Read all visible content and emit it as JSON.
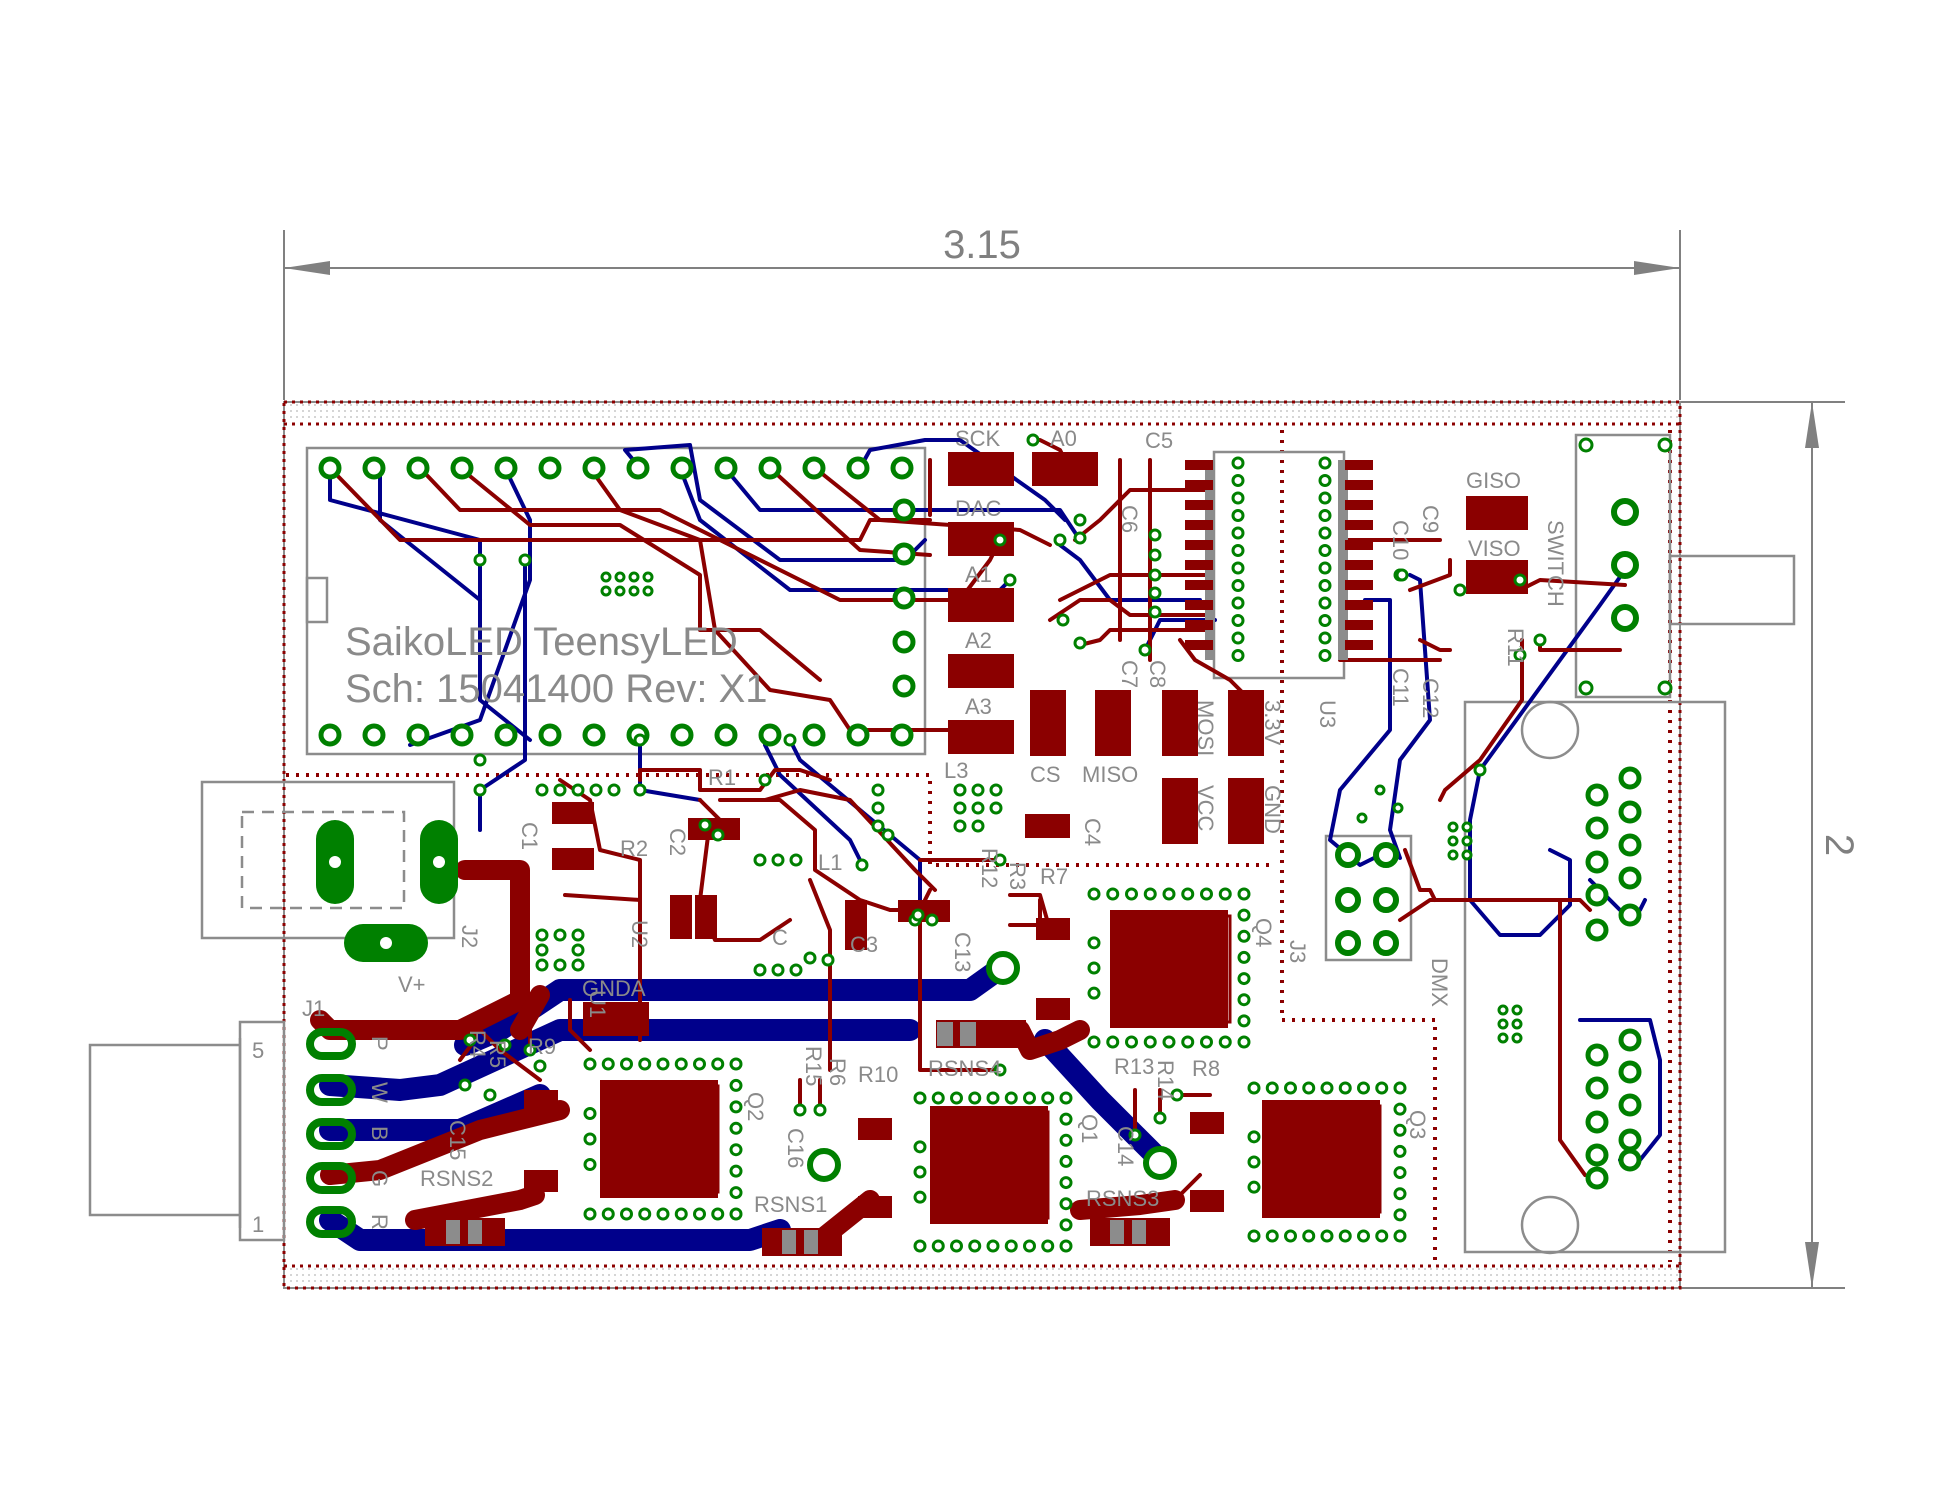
{
  "dimensions": {
    "width": "3.15",
    "height": "2"
  },
  "silkscreen": {
    "line1": "SaikoLED  TeensyLED",
    "line2": "Sch: 15041400     Rev:  X1"
  },
  "labels": {
    "sck": "SCK",
    "a0": "A0",
    "dac": "DAC",
    "a1": "A1",
    "a2": "A2",
    "a3": "A3",
    "c5": "C5",
    "c6": "C6",
    "c7": "C7",
    "c8": "C8",
    "c9": "C9",
    "c10": "C10",
    "c11": "C11",
    "c12": "C12",
    "giso": "GISO",
    "viso": "VISO",
    "switch": "SWITCH",
    "r11": "R11",
    "u3": "U3",
    "miso_pad": "MISO",
    "mosi": "MOSI",
    "v33": "3.3V",
    "vcc": "VCC",
    "gnd": "GND",
    "cs": "CS",
    "miso": "MISO",
    "c4": "C4",
    "l3": "L3",
    "r1": "R1",
    "r2": "R2",
    "c2": "C2",
    "u2": "U2",
    "u1": "U1",
    "l1": "L1",
    "c3": "C3",
    "c1": "C1",
    "j2": "J2",
    "gnda": "GNDA",
    "vplus": "V+",
    "j1": "J1",
    "pin5": "5",
    "pin1": "1",
    "p": "P",
    "w": "W",
    "b": "B",
    "g": "G",
    "r": "R",
    "r4": "R4",
    "r5": "R5",
    "r9": "R9",
    "c15": "C15",
    "rsns2": "RSNS2",
    "q2": "Q2",
    "r15": "R15",
    "r6": "R6",
    "r10": "R10",
    "c16": "C16",
    "rsns1": "RSNS1",
    "rsns4": "RSNS4",
    "q1": "Q1",
    "r12": "R12",
    "r3": "R3",
    "r7": "R7",
    "c13": "C13",
    "q4": "Q4",
    "r13": "R13",
    "r14": "R14",
    "r8": "R8",
    "c14": "C14",
    "rsns3": "RSNS3",
    "q3": "Q3",
    "j3": "J3",
    "dmx": "DMX",
    "cc": "C"
  },
  "colors": {
    "copper_top": "#8b0000",
    "copper_bottom": "#00008b",
    "pads": "#008000",
    "outline": "#8c8c8c",
    "dim": "#808080",
    "keepout": "#8b0000"
  }
}
